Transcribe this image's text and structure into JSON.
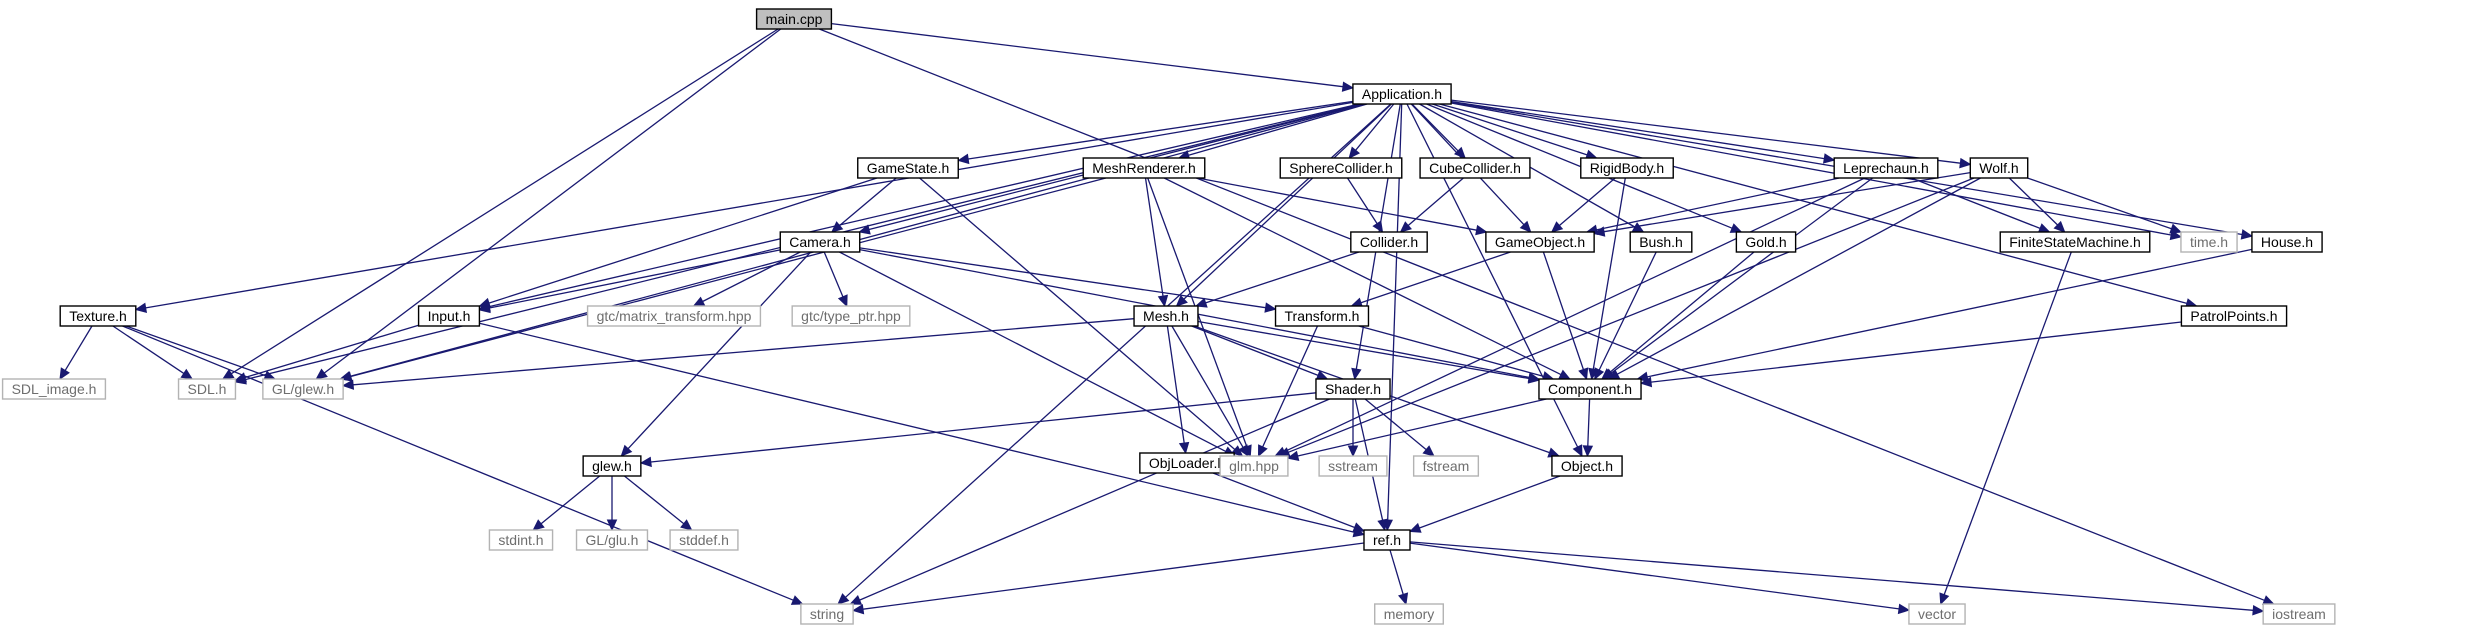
{
  "diagram": {
    "colors": {
      "edge": "#191970",
      "project_border": "#000000",
      "external_border": "#b3b3b3",
      "external_text": "#6e6e6e",
      "root_fill": "#bfbfbf"
    },
    "nodes": [
      {
        "id": "main",
        "label": "main.cpp",
        "kind": "root"
      },
      {
        "id": "app",
        "label": "Application.h",
        "kind": "project"
      },
      {
        "id": "gamestate",
        "label": "GameState.h",
        "kind": "project"
      },
      {
        "id": "meshrenderer",
        "label": "MeshRenderer.h",
        "kind": "project"
      },
      {
        "id": "spherecol",
        "label": "SphereCollider.h",
        "kind": "project"
      },
      {
        "id": "cubecol",
        "label": "CubeCollider.h",
        "kind": "project"
      },
      {
        "id": "rigidbody",
        "label": "RigidBody.h",
        "kind": "project"
      },
      {
        "id": "leprechaun",
        "label": "Leprechaun.h",
        "kind": "project"
      },
      {
        "id": "wolf",
        "label": "Wolf.h",
        "kind": "project"
      },
      {
        "id": "camera",
        "label": "Camera.h",
        "kind": "project"
      },
      {
        "id": "collider",
        "label": "Collider.h",
        "kind": "project"
      },
      {
        "id": "gameobject",
        "label": "GameObject.h",
        "kind": "project"
      },
      {
        "id": "bush",
        "label": "Bush.h",
        "kind": "project"
      },
      {
        "id": "gold",
        "label": "Gold.h",
        "kind": "project"
      },
      {
        "id": "fsm",
        "label": "FiniteStateMachine.h",
        "kind": "project"
      },
      {
        "id": "time",
        "label": "time.h",
        "kind": "external"
      },
      {
        "id": "house",
        "label": "House.h",
        "kind": "project"
      },
      {
        "id": "texture",
        "label": "Texture.h",
        "kind": "project"
      },
      {
        "id": "input",
        "label": "Input.h",
        "kind": "project"
      },
      {
        "id": "gtcmt",
        "label": "gtc/matrix_transform.hpp",
        "kind": "external"
      },
      {
        "id": "gtctp",
        "label": "gtc/type_ptr.hpp",
        "kind": "external"
      },
      {
        "id": "mesh",
        "label": "Mesh.h",
        "kind": "project"
      },
      {
        "id": "transform",
        "label": "Transform.h",
        "kind": "project"
      },
      {
        "id": "patrol",
        "label": "PatrolPoints.h",
        "kind": "project"
      },
      {
        "id": "sdlimage",
        "label": "SDL_image.h",
        "kind": "external"
      },
      {
        "id": "sdl",
        "label": "SDL.h",
        "kind": "external"
      },
      {
        "id": "glglew",
        "label": "GL/glew.h",
        "kind": "external"
      },
      {
        "id": "shader",
        "label": "Shader.h",
        "kind": "project"
      },
      {
        "id": "component",
        "label": "Component.h",
        "kind": "project"
      },
      {
        "id": "objloader",
        "label": "ObjLoader.h",
        "kind": "project"
      },
      {
        "id": "glew",
        "label": "glew.h",
        "kind": "project"
      },
      {
        "id": "glm",
        "label": "glm.hpp",
        "kind": "external"
      },
      {
        "id": "sstream",
        "label": "sstream",
        "kind": "external"
      },
      {
        "id": "fstream",
        "label": "fstream",
        "kind": "external"
      },
      {
        "id": "object",
        "label": "Object.h",
        "kind": "project"
      },
      {
        "id": "stdint",
        "label": "stdint.h",
        "kind": "external"
      },
      {
        "id": "glglu",
        "label": "GL/glu.h",
        "kind": "external"
      },
      {
        "id": "stddef",
        "label": "stddef.h",
        "kind": "external"
      },
      {
        "id": "ref",
        "label": "ref.h",
        "kind": "project"
      },
      {
        "id": "memory",
        "label": "memory",
        "kind": "external"
      },
      {
        "id": "string",
        "label": "string",
        "kind": "external"
      },
      {
        "id": "vector",
        "label": "vector",
        "kind": "external"
      },
      {
        "id": "iostream",
        "label": "iostream",
        "kind": "external"
      }
    ],
    "edges": [
      [
        "main",
        "app"
      ],
      [
        "main",
        "sdl"
      ],
      [
        "main",
        "glglew"
      ],
      [
        "main",
        "iostream"
      ],
      [
        "app",
        "gamestate"
      ],
      [
        "app",
        "meshrenderer"
      ],
      [
        "app",
        "spherecol"
      ],
      [
        "app",
        "cubecol"
      ],
      [
        "app",
        "rigidbody"
      ],
      [
        "app",
        "leprechaun"
      ],
      [
        "app",
        "wolf"
      ],
      [
        "app",
        "camera"
      ],
      [
        "app",
        "gameobject"
      ],
      [
        "app",
        "bush"
      ],
      [
        "app",
        "gold"
      ],
      [
        "app",
        "time"
      ],
      [
        "app",
        "house"
      ],
      [
        "app",
        "patrol"
      ],
      [
        "app",
        "texture"
      ],
      [
        "app",
        "input"
      ],
      [
        "app",
        "sdl"
      ],
      [
        "app",
        "glglew"
      ],
      [
        "app",
        "mesh"
      ],
      [
        "app",
        "shader"
      ],
      [
        "app",
        "string"
      ],
      [
        "app",
        "ref"
      ],
      [
        "app",
        "object"
      ],
      [
        "gamestate",
        "camera"
      ],
      [
        "gamestate",
        "input"
      ],
      [
        "gamestate",
        "glm"
      ],
      [
        "meshrenderer",
        "mesh"
      ],
      [
        "meshrenderer",
        "gameobject"
      ],
      [
        "meshrenderer",
        "component"
      ],
      [
        "meshrenderer",
        "glm"
      ],
      [
        "meshrenderer",
        "glglew"
      ],
      [
        "spherecol",
        "collider"
      ],
      [
        "cubecol",
        "collider"
      ],
      [
        "rigidbody",
        "gameobject"
      ],
      [
        "rigidbody",
        "component"
      ],
      [
        "leprechaun",
        "gameobject"
      ],
      [
        "leprechaun",
        "fsm"
      ],
      [
        "leprechaun",
        "component"
      ],
      [
        "leprechaun",
        "glm"
      ],
      [
        "wolf",
        "gameobject"
      ],
      [
        "wolf",
        "fsm"
      ],
      [
        "wolf",
        "time"
      ],
      [
        "wolf",
        "component"
      ],
      [
        "wolf",
        "glm"
      ],
      [
        "camera",
        "input"
      ],
      [
        "camera",
        "gtcmt"
      ],
      [
        "camera",
        "gtctp"
      ],
      [
        "camera",
        "glew"
      ],
      [
        "camera",
        "glm"
      ],
      [
        "camera",
        "transform"
      ],
      [
        "camera",
        "component"
      ],
      [
        "collider",
        "mesh"
      ],
      [
        "gameobject",
        "transform"
      ],
      [
        "gameobject",
        "component"
      ],
      [
        "bush",
        "component"
      ],
      [
        "gold",
        "component"
      ],
      [
        "house",
        "component"
      ],
      [
        "patrol",
        "component"
      ],
      [
        "fsm",
        "vector"
      ],
      [
        "texture",
        "sdlimage"
      ],
      [
        "texture",
        "sdl"
      ],
      [
        "texture",
        "glglew"
      ],
      [
        "texture",
        "string"
      ],
      [
        "input",
        "sdl"
      ],
      [
        "input",
        "ref"
      ],
      [
        "mesh",
        "objloader"
      ],
      [
        "mesh",
        "glm"
      ],
      [
        "mesh",
        "shader"
      ],
      [
        "mesh",
        "glglew"
      ],
      [
        "mesh",
        "component"
      ],
      [
        "mesh",
        "object"
      ],
      [
        "transform",
        "component"
      ],
      [
        "transform",
        "glm"
      ],
      [
        "shader",
        "glew"
      ],
      [
        "shader",
        "sstream"
      ],
      [
        "shader",
        "fstream"
      ],
      [
        "shader",
        "string"
      ],
      [
        "shader",
        "ref"
      ],
      [
        "component",
        "object"
      ],
      [
        "component",
        "glm"
      ],
      [
        "objloader",
        "glm"
      ],
      [
        "objloader",
        "ref"
      ],
      [
        "object",
        "ref"
      ],
      [
        "glew",
        "stdint"
      ],
      [
        "glew",
        "glglu"
      ],
      [
        "glew",
        "stddef"
      ],
      [
        "ref",
        "memory"
      ],
      [
        "ref",
        "string"
      ],
      [
        "ref",
        "vector"
      ],
      [
        "ref",
        "iostream"
      ]
    ]
  }
}
